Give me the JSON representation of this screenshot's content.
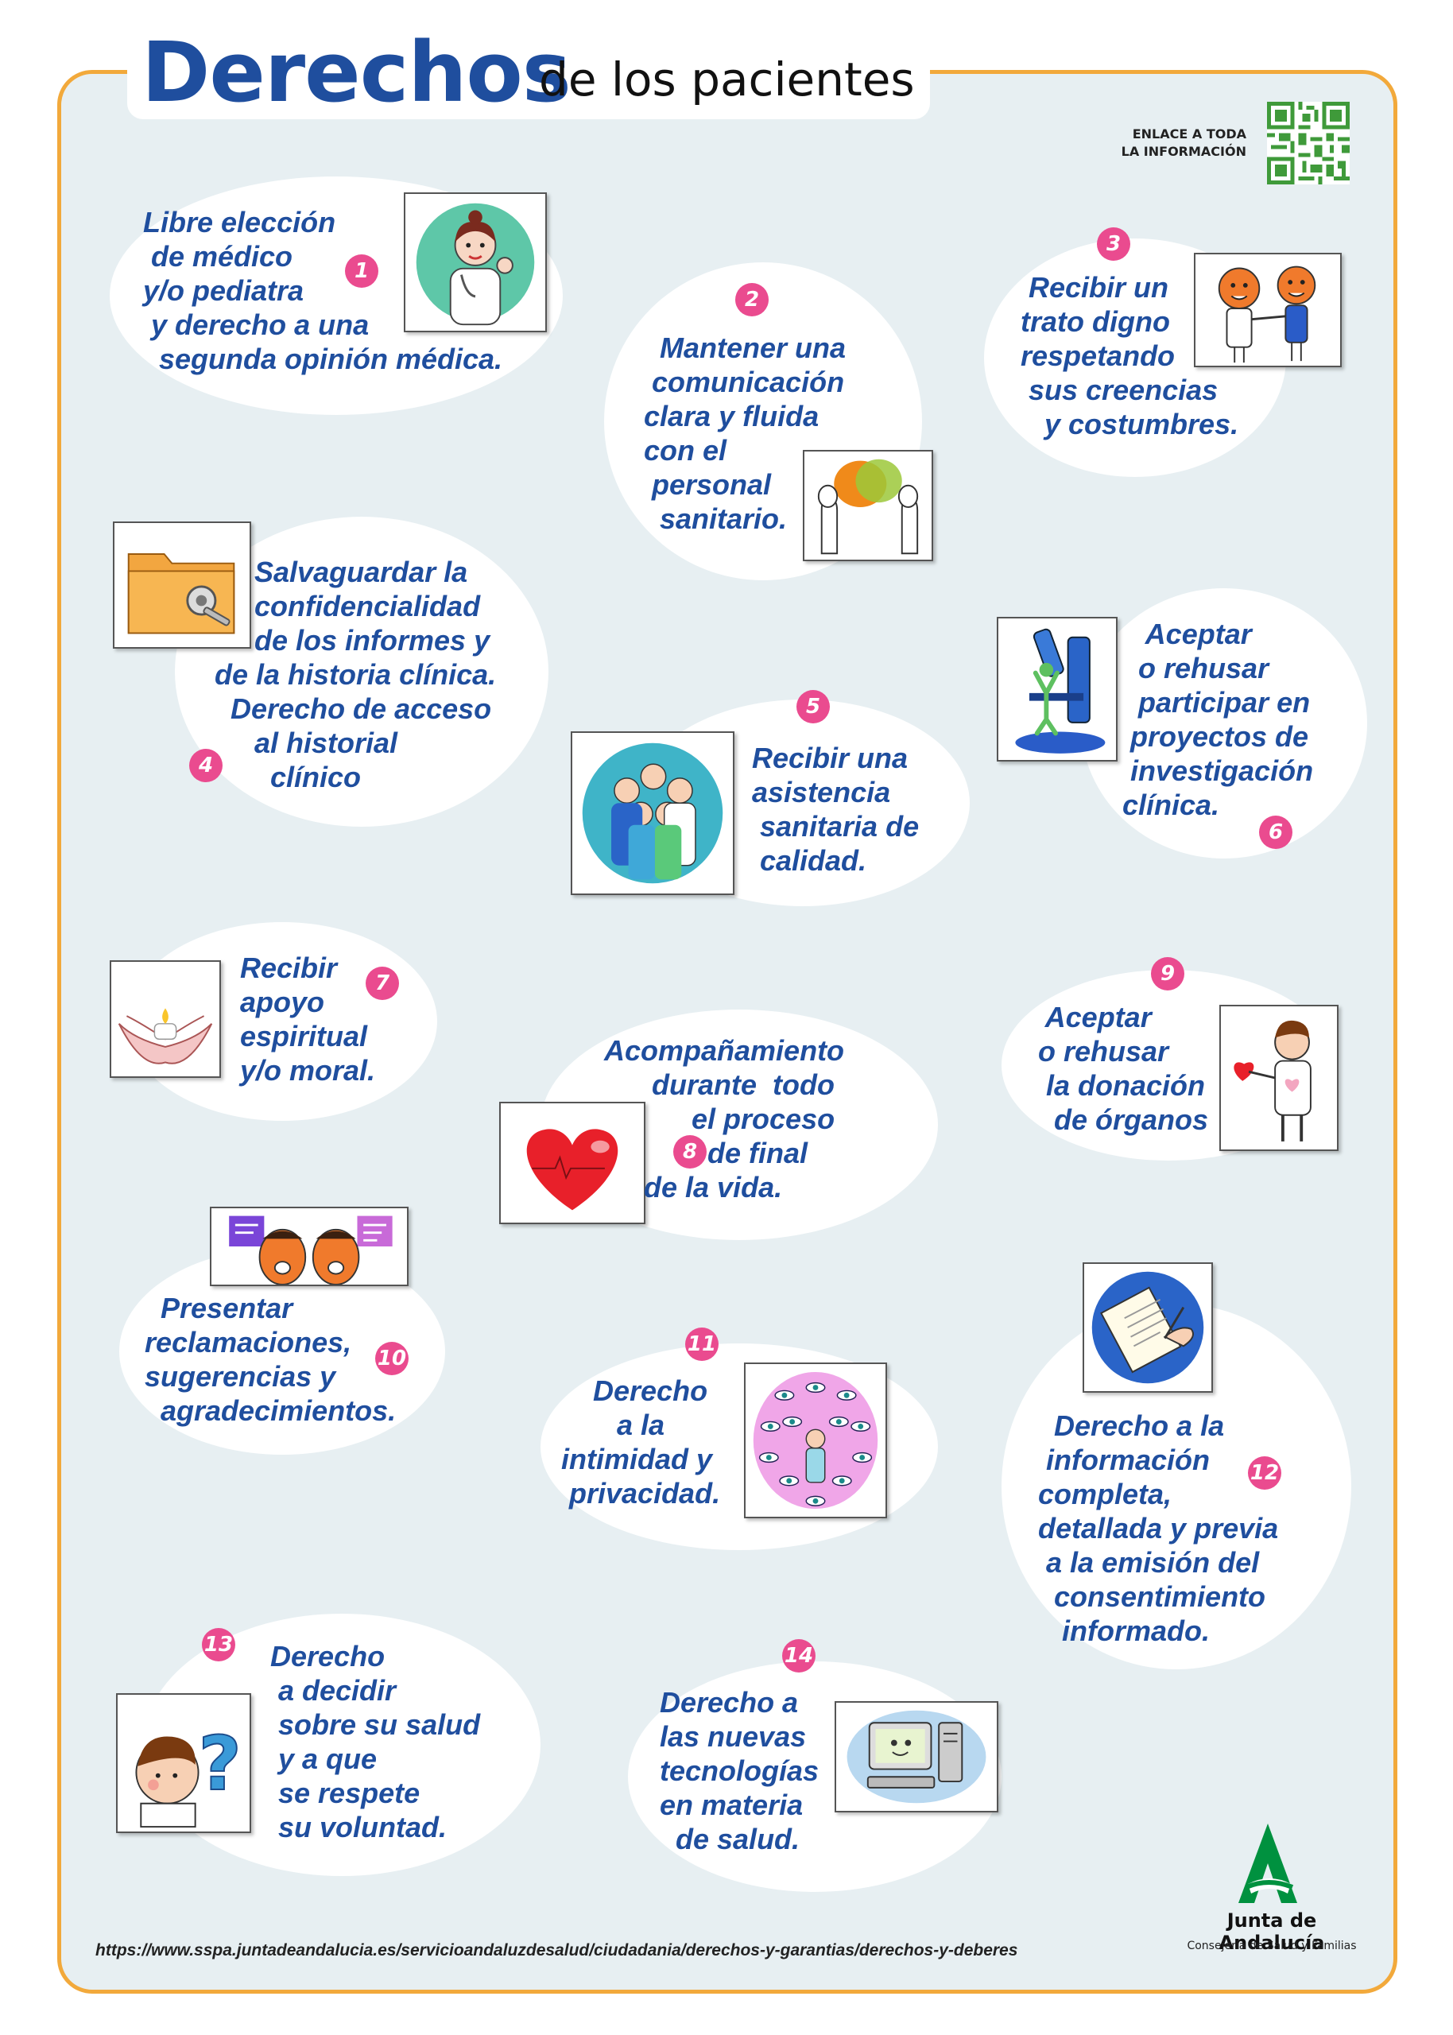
{
  "title": {
    "main": "Derechos",
    "sub": "de los pacientes"
  },
  "qr": {
    "label": "ENLACE A TODA\nLA INFORMACIÓN",
    "icon": "qr-code-icon"
  },
  "rights": [
    {
      "number": "1",
      "text": "Libre elección\n de médico\ny/o pediatra\n y derecho a una\n  segunda opinión médica.",
      "icon": "doctor-woman-icon"
    },
    {
      "number": "2",
      "text": "  Mantener una\n comunicación\nclara y fluida\ncon el\n personal\n  sanitario.",
      "icon": "conversation-icon"
    },
    {
      "number": "3",
      "text": " Recibir un\ntrato digno\nrespetando\n sus creencias\n   y costumbres.",
      "icon": "handshake-icon"
    },
    {
      "number": "4",
      "text": "     Salvaguardar la\n     confidencialidad\n     de los informes y\nde la historia clínica.\n  Derecho de acceso\n     al historial\n       clínico",
      "icon": "locked-folder-icon"
    },
    {
      "number": "5",
      "text": "Recibir una\nasistencia\n sanitaria de\n calidad.",
      "icon": "medical-team-icon"
    },
    {
      "number": "6",
      "text": "   Aceptar\n  o rehusar\n  participar en\n proyectos de\n investigación\nclínica.",
      "icon": "microscope-icon"
    },
    {
      "number": "7",
      "text": "Recibir\napoyo\nespiritual\ny/o moral.",
      "icon": "candle-hands-icon"
    },
    {
      "number": "8",
      "text": "Acompañamiento\n      durante  todo\n           el proceso\n             de final\n     de la vida.",
      "icon": "heart-icon"
    },
    {
      "number": "9",
      "text": " Aceptar\no rehusar\n la donación\n  de órganos",
      "icon": "organ-donation-icon"
    },
    {
      "number": "10",
      "text": "  Presentar\nreclamaciones,\nsugerencias y\n  agradecimientos.",
      "icon": "complaints-icon"
    },
    {
      "number": "11",
      "text": "    Derecho\n       a la\nintimidad y\n privacidad.",
      "icon": "eyes-privacy-icon"
    },
    {
      "number": "12",
      "text": "  Derecho a la\n información\ncompleta,\ndetallada y previa\n a la emisión del\n  consentimiento\n   informado.",
      "icon": "signing-document-icon"
    },
    {
      "number": "13",
      "text": "Derecho\n a decidir\n sobre su salud\n y a que\n se respete\n su voluntad.",
      "icon": "thinking-question-icon"
    },
    {
      "number": "14",
      "text": "Derecho a\nlas nuevas\ntecnologías\nen materia\n  de salud.",
      "icon": "computer-icon"
    }
  ],
  "footer": {
    "url": "https://www.sspa.juntadeandalucia.es/servicioandaluzdesalud/ciudadania/derechos-y-garantias/derechos-y-deberes",
    "logo_name": "Junta de Andalucía",
    "logo_sub": "Consejería de Salud y Familias",
    "logo_icon": "junta-andalucia-logo-icon"
  },
  "colors": {
    "border": "#f2a93b",
    "background": "#e7eff2",
    "title": "#1f4e9e",
    "text": "#1f4e9e",
    "badge": "#ea4b8f",
    "logo": "#00913f"
  }
}
